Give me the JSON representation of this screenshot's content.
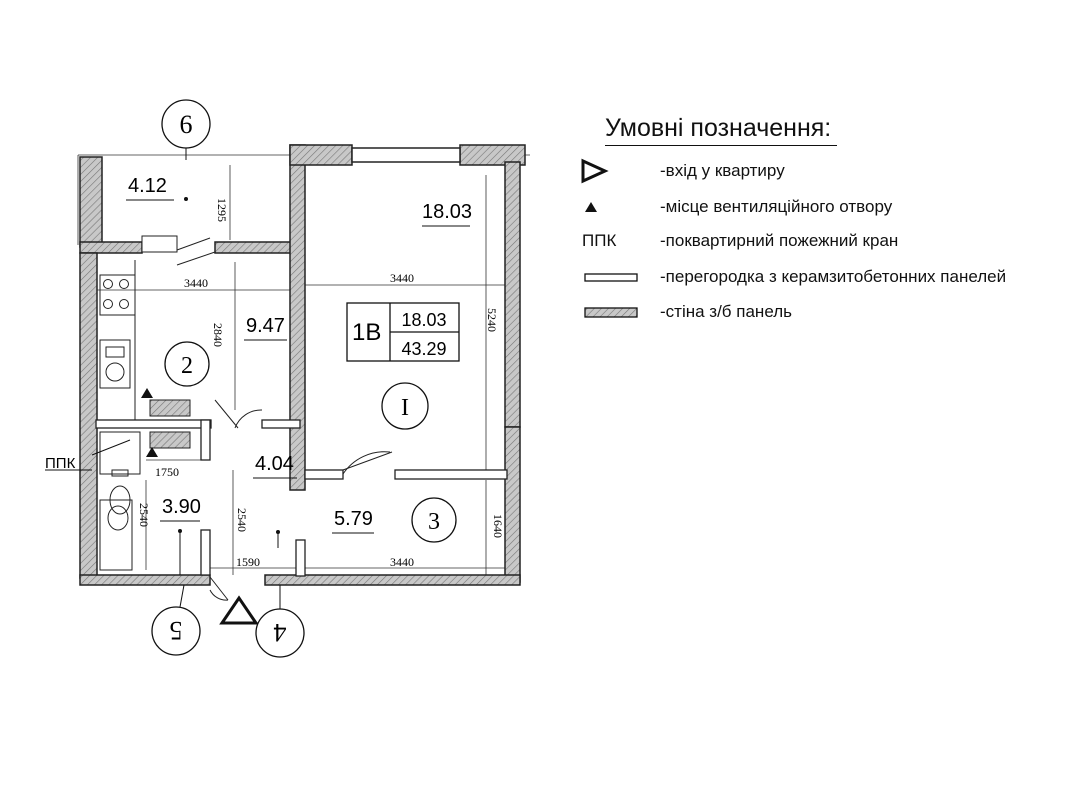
{
  "plan": {
    "apartment_type": "1B",
    "living_area": "18.03",
    "total_area": "43.29",
    "rooms": [
      {
        "id": "I",
        "area": "18.03"
      },
      {
        "id": "balcony",
        "area": "4.12"
      },
      {
        "id": "kitchen",
        "area": "9.47"
      },
      {
        "id": "hall",
        "area": "4.04"
      },
      {
        "id": "bath",
        "area": "3.90"
      },
      {
        "id": "corridor",
        "area": "5.79"
      }
    ],
    "room_numbers": [
      "I",
      "2",
      "3"
    ],
    "axis_labels": [
      "6",
      "5",
      "4"
    ],
    "dimensions": [
      "1295",
      "3440",
      "3440",
      "2840",
      "5240",
      "1750",
      "2540",
      "2540",
      "1640",
      "1590",
      "3440"
    ],
    "ppk_tag": "ППК"
  },
  "legend": {
    "title": "Умовні позначення:",
    "items": [
      {
        "symbol": "entrance-triangle",
        "label": "-вхід у квартиру"
      },
      {
        "symbol": "vent-triangle",
        "label": "-місце вентиляційного отвору"
      },
      {
        "symbol": "ППК",
        "label": "-поквартирний пожежний кран"
      },
      {
        "symbol": "partition",
        "label": "-перегородка з керамзитобетонних панелей"
      },
      {
        "symbol": "concrete-wall",
        "label": "-стіна з/б панель"
      }
    ]
  }
}
